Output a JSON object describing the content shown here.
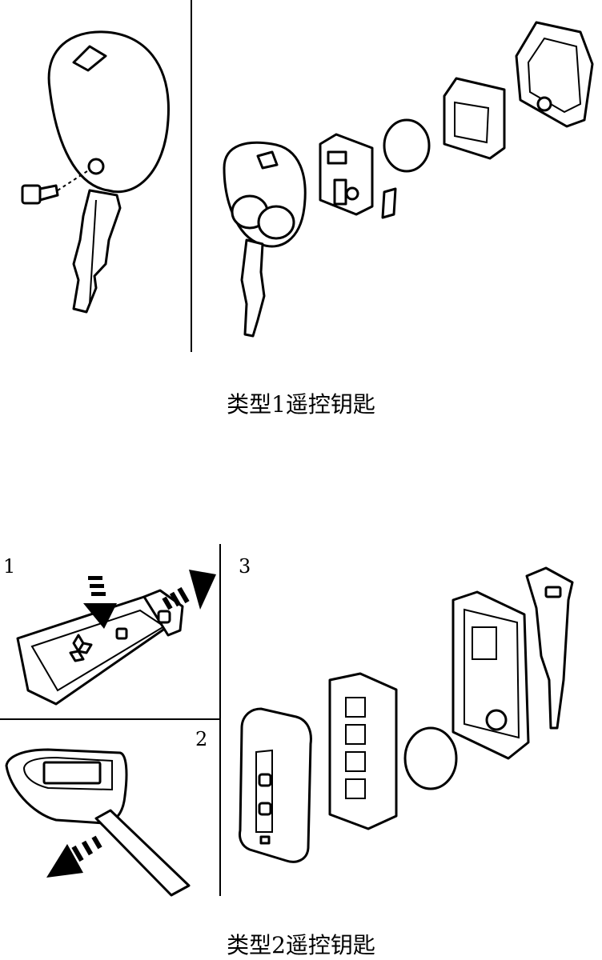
{
  "type1": {
    "caption": "类型1遥控钥匙"
  },
  "type2": {
    "caption": "类型2遥控钥匙",
    "step1": "1",
    "step2": "2",
    "step3": "3"
  }
}
